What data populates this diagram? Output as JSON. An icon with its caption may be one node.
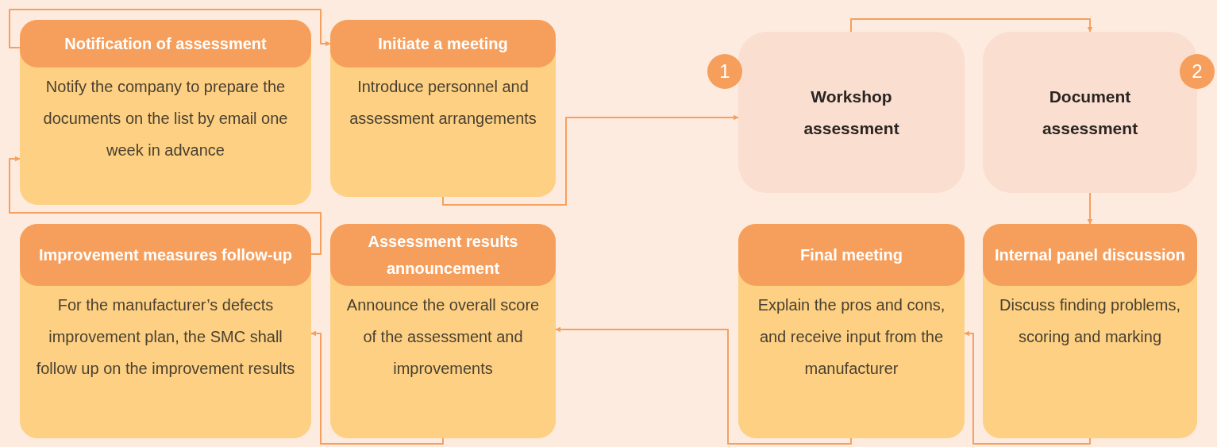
{
  "diagram": {
    "nodes": [
      {
        "text": [
          "Notification of assessment",
          "Notify the company to prepare the documents on the list by email one week in advance"
        ]
      },
      {
        "text": [
          "Initiate a meeting",
          "Introduce personnel and assessment arrangements"
        ]
      },
      {
        "text": [
          "1"
        ]
      },
      {
        "text": [
          "Workshop assessment"
        ]
      },
      {
        "text": [
          "2"
        ]
      },
      {
        "text": [
          "Document assessment"
        ]
      },
      {
        "text": [
          "Improvement measures follow-up",
          "For the manufacturer’s defects improvement plan, the SMC shall follow up on the improvement results"
        ]
      },
      {
        "text": [
          "Assessment results announcement",
          "Announce the overall score of the assessment and improvements"
        ]
      },
      {
        "text": [
          "Final meeting",
          "Explain the pros and cons, and receive input from the manufacturer"
        ]
      },
      {
        "text": [
          "Internal panel discussion",
          "Discuss finding problems, scoring and marking"
        ]
      }
    ],
    "edges": [
      {
        "from": 0,
        "to": 1,
        "arrow": "to"
      },
      {
        "from": 1,
        "to": 3,
        "arrow": "to"
      },
      {
        "from": 3,
        "to": 5,
        "arrow": "to"
      },
      {
        "from": 5,
        "to": 9,
        "arrow": "to"
      },
      {
        "from": 9,
        "to": 8,
        "arrow": "to"
      },
      {
        "from": 8,
        "to": 7,
        "arrow": "to"
      },
      {
        "from": 7,
        "to": 6,
        "arrow": "to"
      },
      {
        "from": 6,
        "to": 0,
        "arrow": "to"
      }
    ]
  }
}
